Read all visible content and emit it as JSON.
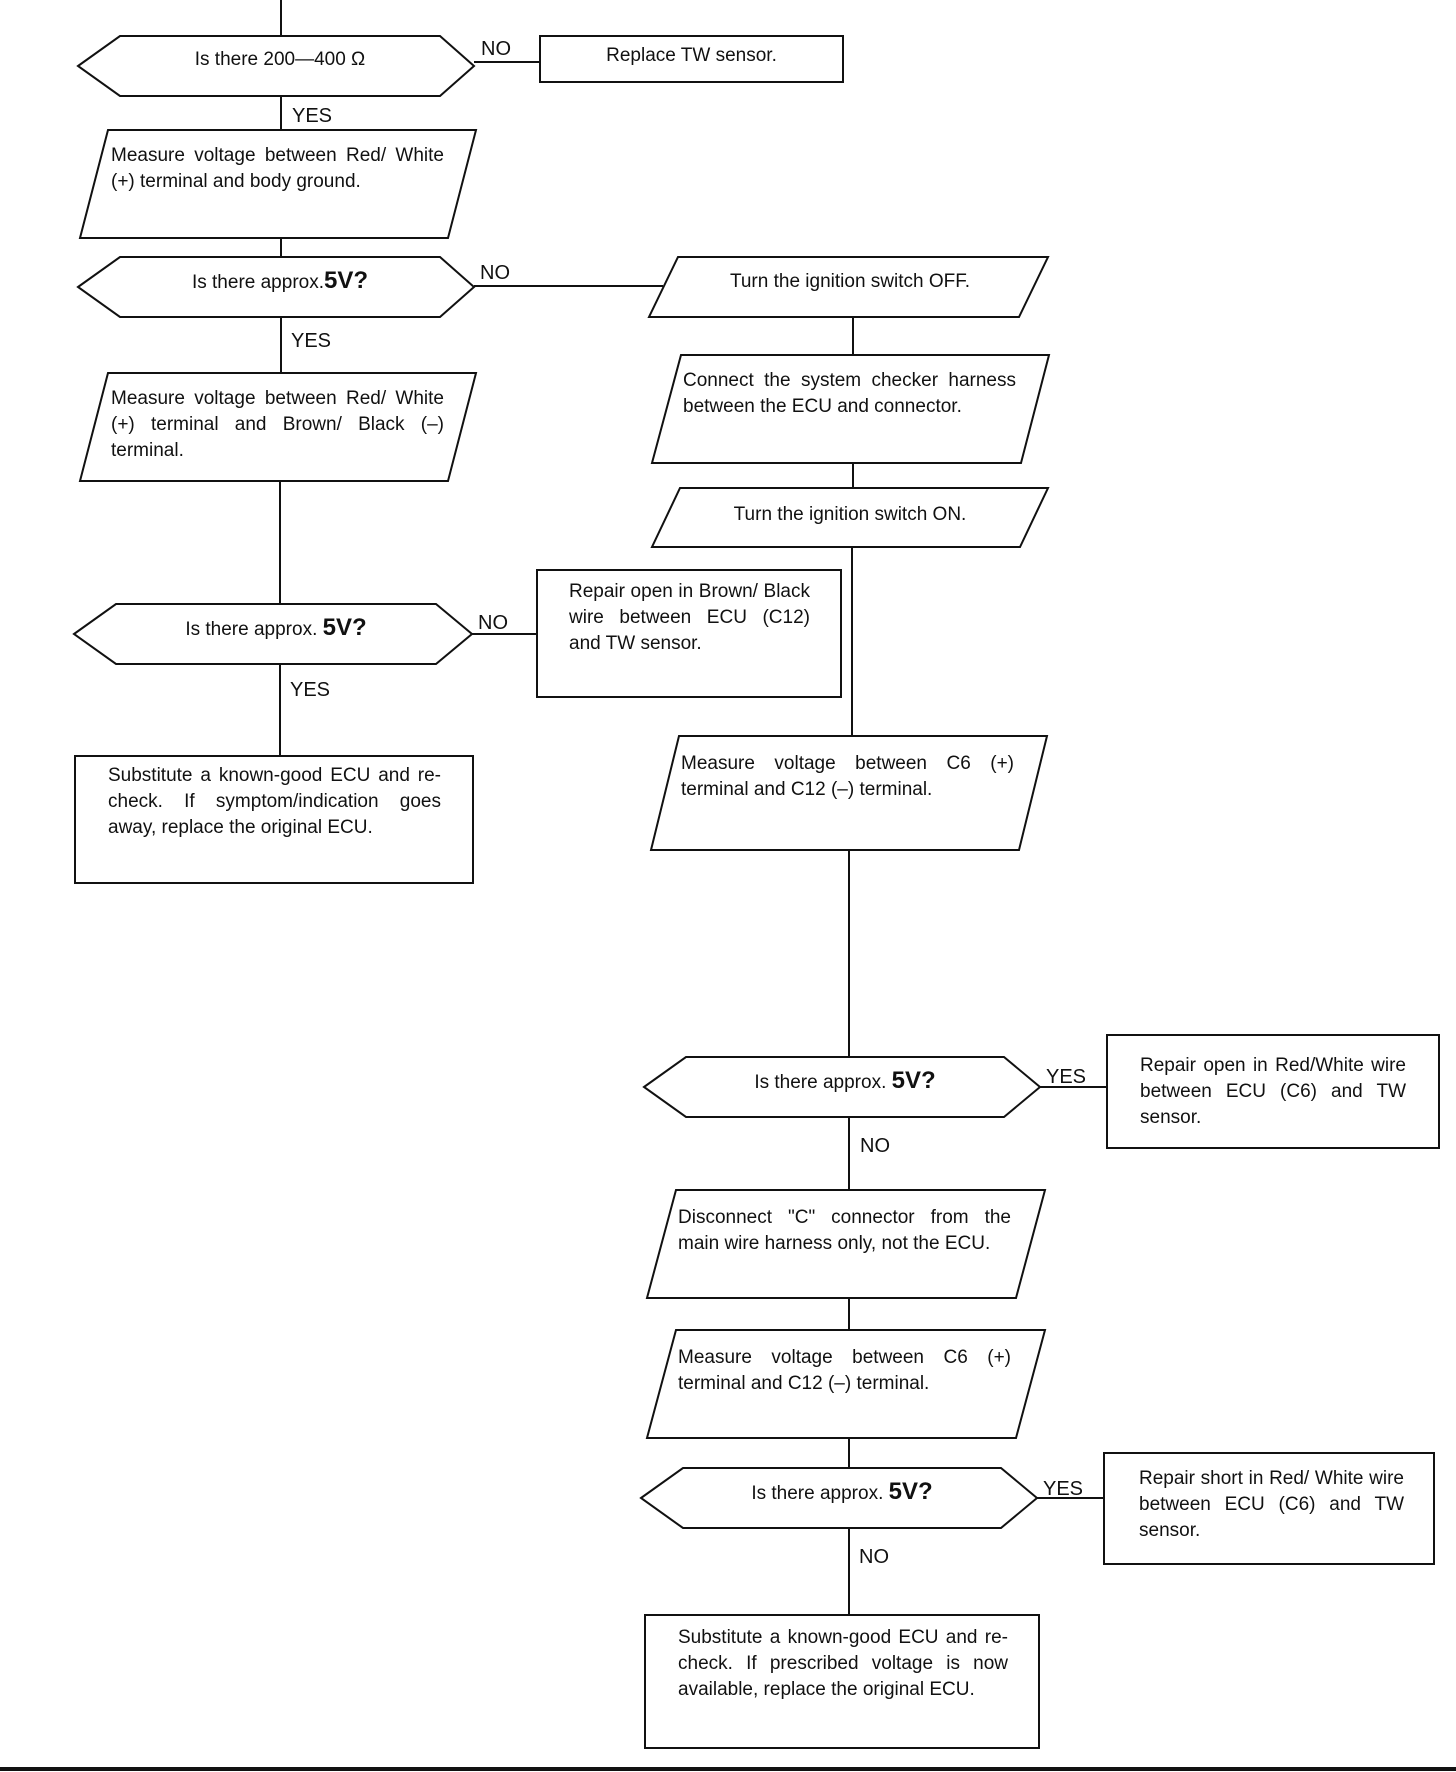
{
  "labels": {
    "yes": "YES",
    "no": "NO"
  },
  "nodes": {
    "q_resistance": "Is there 200—400 Ω",
    "replace_tw": "Replace TW sensor.",
    "measure_body_ground": "Measure voltage between Red/ White (+) terminal and body ground.",
    "q_5v_1_prefix": "Is there approx.",
    "q_5v_1_value": "5V?",
    "ignition_off": "Turn the ignition switch OFF.",
    "measure_brown_black": "Measure voltage between Red/ White (+) terminal and Brown/ Black (–) terminal.",
    "connect_checker": "Connect the system checker har­ness between the ECU and con­nector.",
    "ignition_on": "Turn the ignition switch ON.",
    "q_5v_2_prefix": "Is there approx.",
    "q_5v_2_value": "5V?",
    "repair_brown_black": "Repair open in Brown/ Black wire between ECU (C12) and TW sensor.",
    "substitute_ecu_1": "Substitute a known-good ECU and re-check. If symptom/indica­tion goes away, replace the orig­inal ECU.",
    "measure_c6_c12_1": "Measure voltage between C6 (+) terminal and C12 (–) termi­nal.",
    "q_5v_3_prefix": "Is there approx.",
    "q_5v_3_value": "5V?",
    "repair_open_red_white": "Repair open in Red/White wire between ECU (C6) and TW sensor.",
    "disconnect_c": "Disconnect \"C\" connector from the main wire harness only, not the ECU.",
    "measure_c6_c12_2": "Measure voltage between C6 (+) terminal and C12 (–) termi­nal.",
    "q_5v_4_prefix": "Is there approx.",
    "q_5v_4_value": "5V?",
    "repair_short_red_white": "Repair short in Red/ White wire between ECU (C6) and TW sensor.",
    "substitute_ecu_2": "Substitute a known-good ECU and re-check. If prescribed volt­age is now available, replace the original ECU."
  }
}
